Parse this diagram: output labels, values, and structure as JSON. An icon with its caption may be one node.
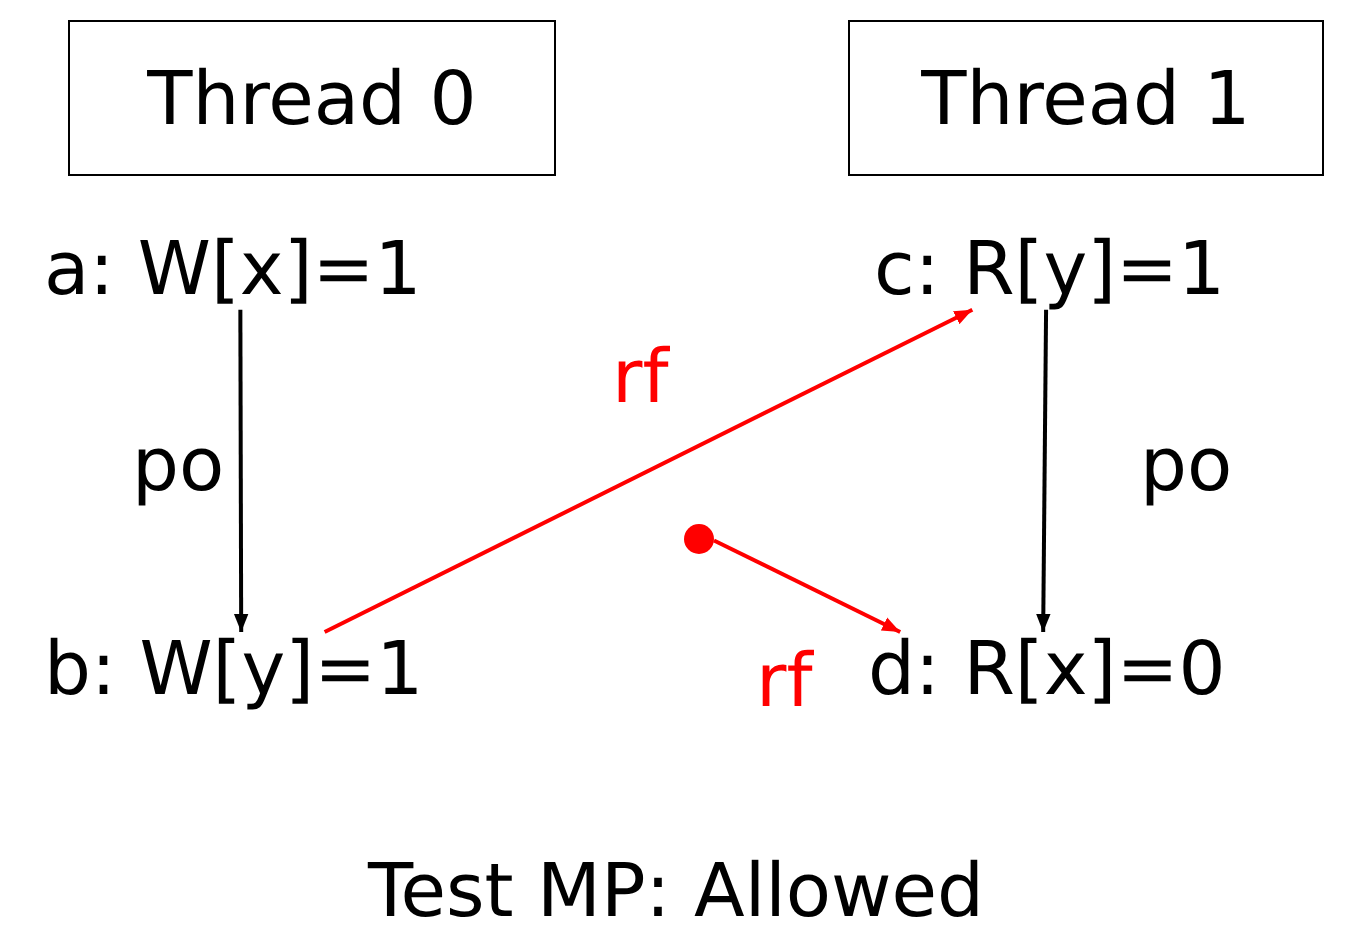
{
  "diagram": {
    "caption": "Test MP: Allowed",
    "nodes": [
      {
        "text": [
          "Thread 0"
        ]
      },
      {
        "text": [
          "Thread 1"
        ]
      },
      {
        "text": [
          "a: W[x]=1"
        ]
      },
      {
        "text": [
          "c: R[y]=1"
        ]
      },
      {
        "text": [
          "b: W[y]=1"
        ]
      },
      {
        "text": [
          "d: R[x]=0"
        ]
      },
      {
        "text": [],
        "shape": "circle"
      }
    ],
    "edges": [
      {
        "from": 2,
        "to": 4,
        "arrow": "to",
        "label": "po"
      },
      {
        "from": 3,
        "to": 5,
        "arrow": "to",
        "label": "po"
      },
      {
        "from": 4,
        "to": 3,
        "arrow": "to",
        "label": "rf",
        "color": "#ff0000"
      },
      {
        "from": 6,
        "to": 5,
        "arrow": "to",
        "label": "rf",
        "color": "#ff0000"
      }
    ]
  }
}
